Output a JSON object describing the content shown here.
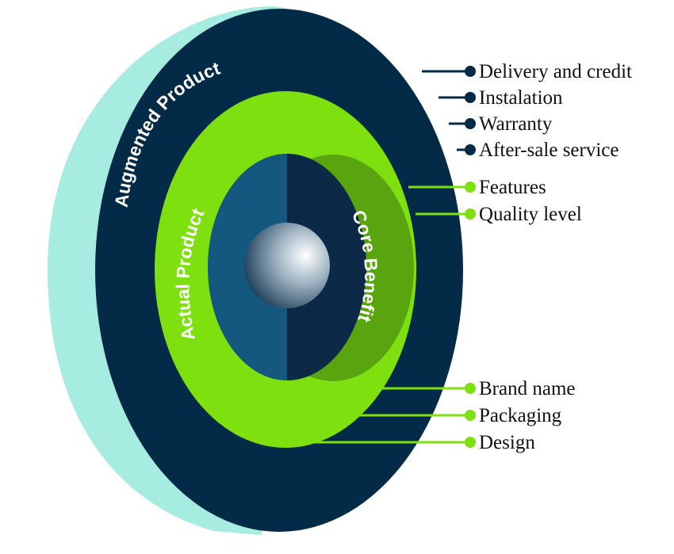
{
  "layers": {
    "augmented": {
      "label": "Augmented Product",
      "color": "#032a46"
    },
    "actual": {
      "label": "Actual Product",
      "color": "#7ee00f"
    },
    "core": {
      "label": "Core Benefit",
      "color": "#0f2f4f"
    }
  },
  "colors": {
    "outer_shell": "#a7ece0",
    "augmented": "#032a46",
    "actual": "#7ee00f",
    "actual_shadow": "#5aa50f",
    "core_left": "#15587f",
    "core_right": "#0c2a47",
    "sphere_highlight": "#ffffff",
    "sphere_shadow": "#1b3d57",
    "callout_dark": "#032a46",
    "callout_green": "#7ee00f"
  },
  "callouts": {
    "augmented": [
      "Delivery and credit",
      "Instalation",
      "Warranty",
      "After-sale service"
    ],
    "actual_upper": [
      "Features",
      "Quality level"
    ],
    "actual_lower": [
      "Brand name",
      "Packaging",
      "Design"
    ]
  }
}
